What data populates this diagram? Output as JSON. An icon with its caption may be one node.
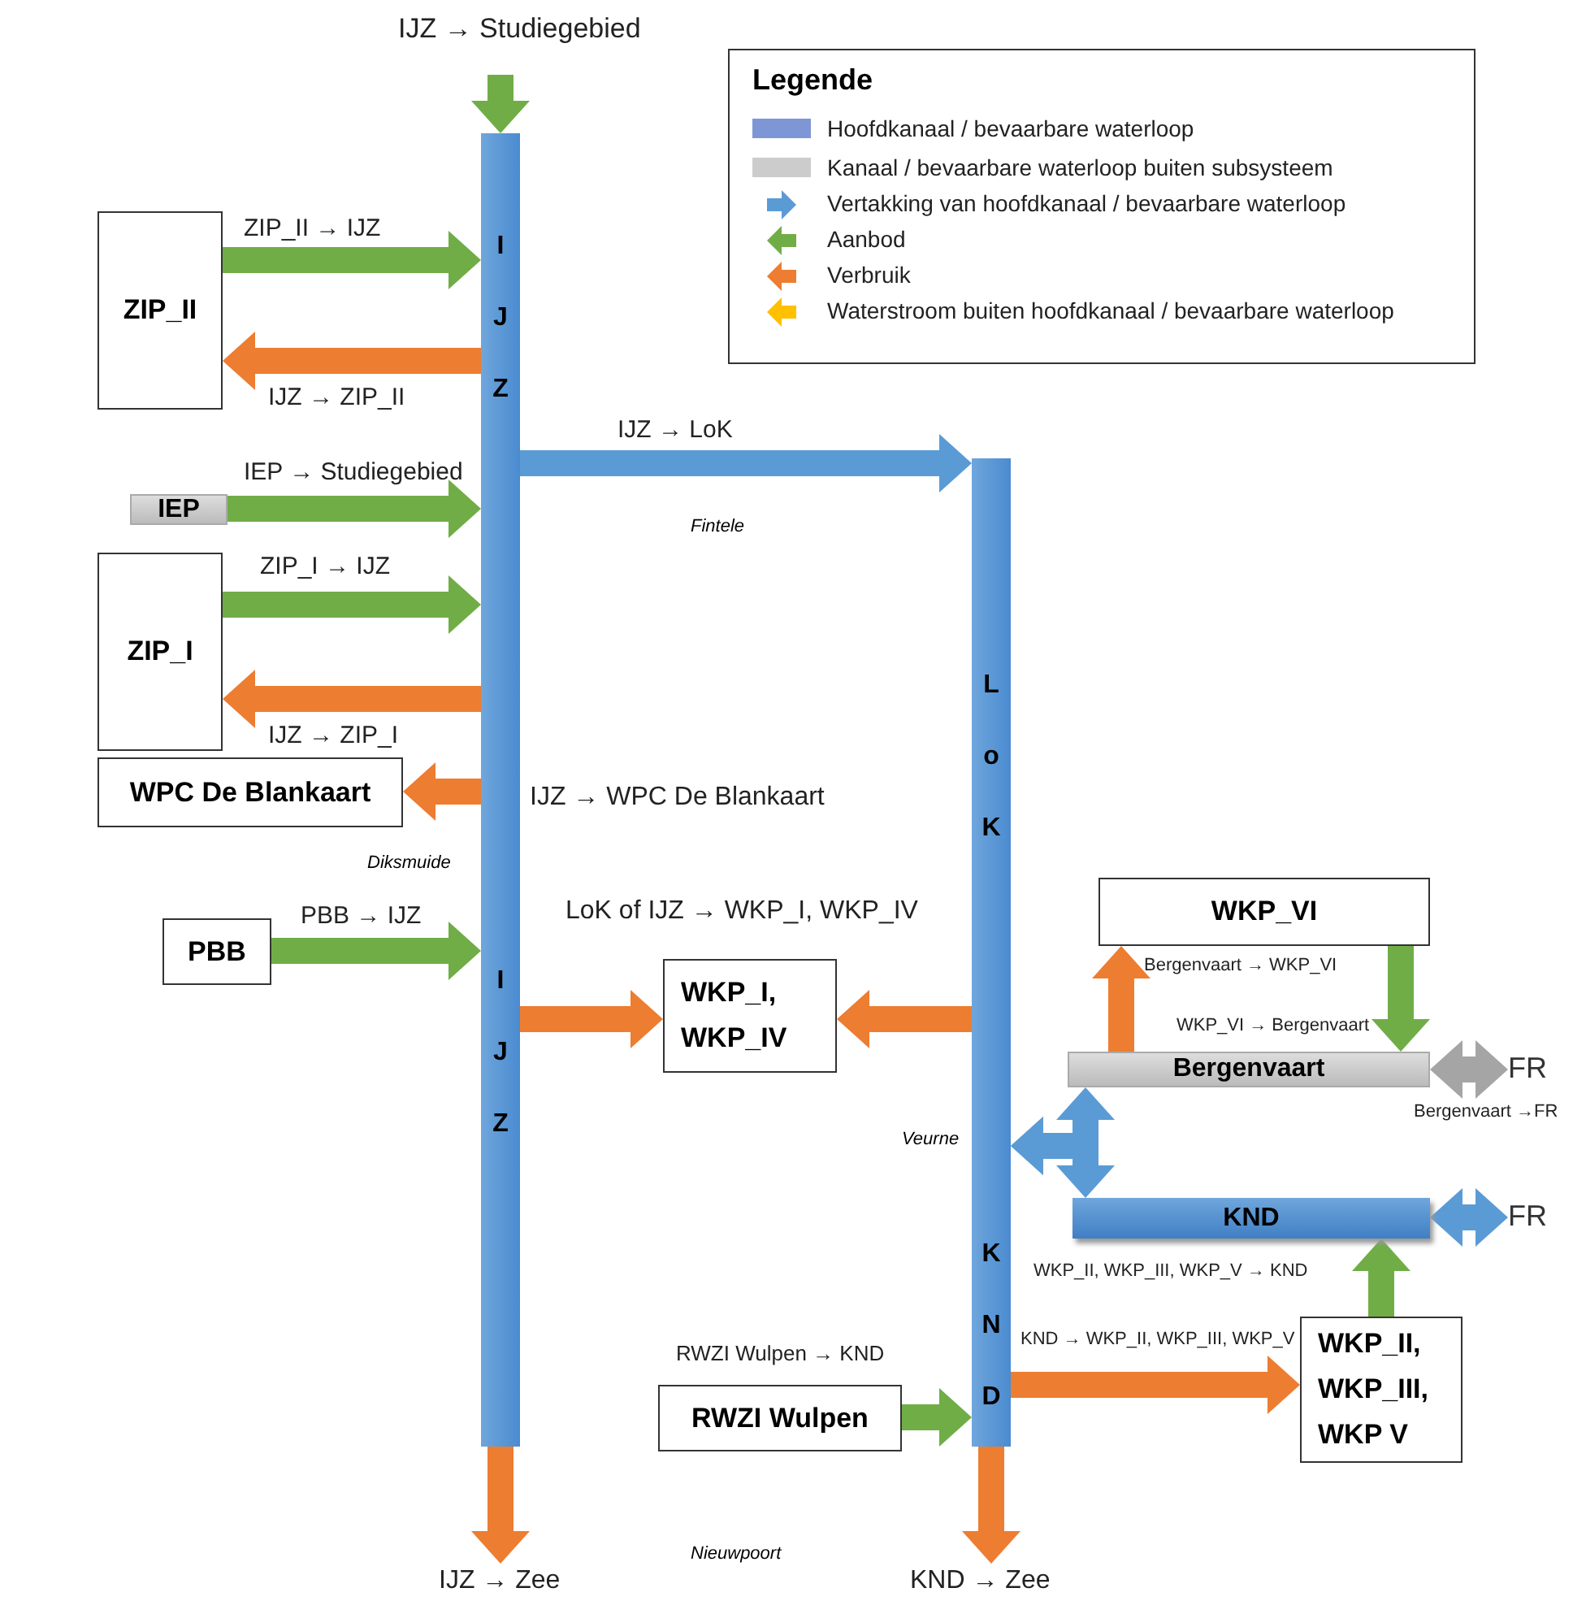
{
  "diagram": {
    "nodes": [
      {
        "text": [
          "I J Z",
          "I J Z"
        ]
      },
      {
        "text": [
          "L o K",
          "K N D"
        ]
      },
      {
        "text": [
          "ZIP_II"
        ]
      },
      {
        "text": [
          "IEP"
        ]
      },
      {
        "text": [
          "ZIP_I"
        ]
      },
      {
        "text": [
          "WPC De Blankaart"
        ]
      },
      {
        "text": [
          "PBB"
        ]
      },
      {
        "text": [
          "WKP_I, WKP_IV"
        ]
      },
      {
        "text": [
          "WKP_VI"
        ]
      },
      {
        "text": [
          "Bergenvaart"
        ]
      },
      {
        "text": [
          "KND"
        ]
      },
      {
        "text": [
          "WKP_II, WKP_III, WKP V"
        ]
      },
      {
        "text": [
          "RWZI Wulpen"
        ]
      },
      {
        "text": [
          "FR"
        ]
      },
      {
        "text": [
          "FR"
        ]
      }
    ],
    "edges": [
      {
        "from": null,
        "to": 0,
        "arrow": "to",
        "label": "IJZ → Studiegebied",
        "color": "#70ad47"
      },
      {
        "from": 2,
        "to": 0,
        "arrow": "to",
        "label": "ZIP_II → IJZ",
        "color": "#70ad47"
      },
      {
        "from": 0,
        "to": 2,
        "arrow": "to",
        "label": "IJZ → ZIP_II",
        "color": "#ed7d31"
      },
      {
        "from": 3,
        "to": 0,
        "arrow": "to",
        "label": "IEP → Studiegebied",
        "color": "#70ad47"
      },
      {
        "from": 4,
        "to": 0,
        "arrow": "to",
        "label": "ZIP_I → IJZ",
        "color": "#70ad47"
      },
      {
        "from": 0,
        "to": 4,
        "arrow": "to",
        "label": "IJZ → ZIP_I",
        "color": "#ed7d31"
      },
      {
        "from": 0,
        "to": 5,
        "arrow": "to",
        "label": "IJZ → WPC De Blankaart",
        "color": "#ed7d31"
      },
      {
        "from": 6,
        "to": 0,
        "arrow": "to",
        "label": "PBB → IJZ",
        "color": "#70ad47"
      },
      {
        "from": 0,
        "to": 7,
        "arrow": "to",
        "label": "LoK of IJZ → WKP_I, WKP_IV",
        "color": "#ed7d31"
      },
      {
        "from": 1,
        "to": 7,
        "arrow": "to",
        "color": "#ed7d31"
      },
      {
        "from": 0,
        "to": 1,
        "arrow": "to",
        "label": "IJZ → LoK",
        "color": "#5b9bd5"
      },
      {
        "from": 8,
        "to": 9,
        "arrow": "to",
        "label": "WKP_VI → Bergenvaart",
        "color": "#70ad47"
      },
      {
        "from": 9,
        "to": 8,
        "arrow": "to",
        "label": "Bergenvaart → WKP_VI",
        "color": "#ed7d31"
      },
      {
        "from": 9,
        "to": 13,
        "arrow": "both",
        "label": "Bergenvaart →FR",
        "color": "#a5a5a5"
      },
      {
        "from": 10,
        "to": 14,
        "arrow": "both",
        "color": "#5b9bd5"
      },
      {
        "from": 1,
        "to": 9,
        "arrow": "both",
        "color": "#5b9bd5"
      },
      {
        "from": 1,
        "to": 10,
        "arrow": "both",
        "color": "#5b9bd5"
      },
      {
        "from": 11,
        "to": 10,
        "arrow": "to",
        "label": "WKP_II, WKP_III, WKP_V → KND",
        "color": "#70ad47"
      },
      {
        "from": 1,
        "to": 11,
        "arrow": "to",
        "label": "KND → WKP_II, WKP_III, WKP_V",
        "color": "#ed7d31"
      },
      {
        "from": 12,
        "to": 1,
        "arrow": "to",
        "label": "RWZI Wulpen → KND",
        "color": "#70ad47"
      },
      {
        "from": 0,
        "to": null,
        "arrow": "to",
        "label": "IJZ → Zee",
        "color": "#ed7d31"
      },
      {
        "from": 1,
        "to": null,
        "arrow": "to",
        "label": "KND → Zee",
        "color": "#ed7d31"
      }
    ],
    "labels": [
      "Legende",
      "Fintele",
      "Diksmuide",
      "Veurne",
      "Nieuwpoort"
    ],
    "legend": [
      {
        "text": "Hoofdkanaal / bevaarbare waterloop",
        "color": "#7f96d6"
      },
      {
        "text": "Kanaal / bevaarbare waterloop buiten subsysteem",
        "color": "#cccccc"
      },
      {
        "text": "Vertakking van hoofdkanaal / bevaarbare waterloop"
      },
      {
        "text": "Aanbod"
      },
      {
        "text": "Verbruik"
      },
      {
        "text": "Waterstroom buiten hoofdkanaal / bevaarbare waterloop"
      }
    ]
  }
}
